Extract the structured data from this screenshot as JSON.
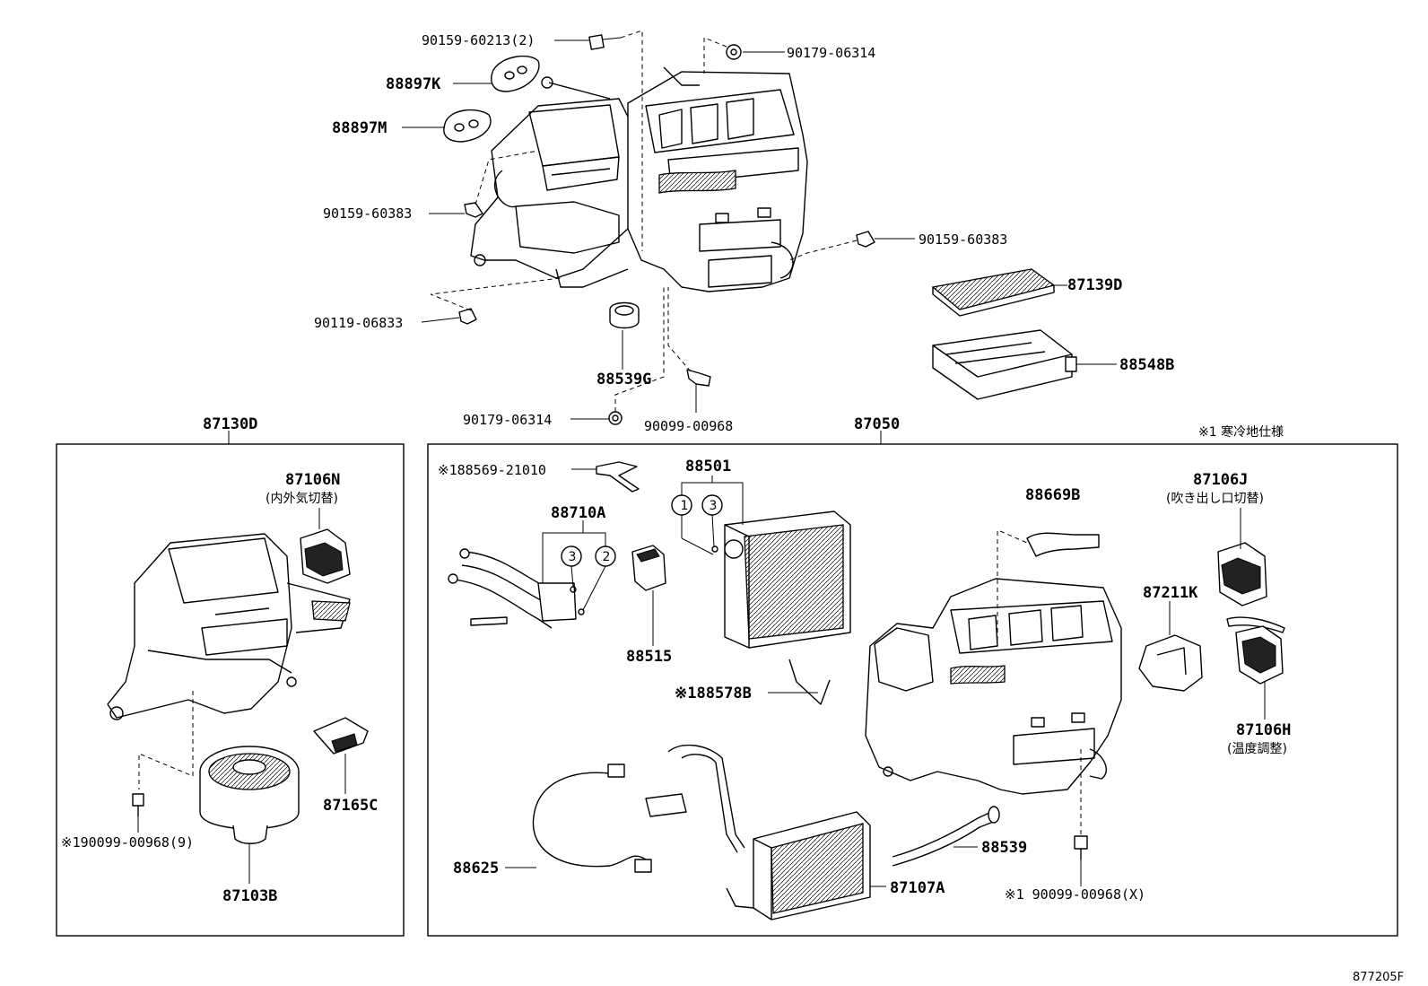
{
  "labels": {
    "p90159_60213": "90159-60213(2)",
    "p90179_06314_top": "90179-06314",
    "p88897K": "88897K",
    "p88897M": "88897M",
    "p90159_60383_left": "90159-60383",
    "p90159_60383_right": "90159-60383",
    "p87139D": "87139D",
    "p88548B": "88548B",
    "p90119_06833": "90119-06833",
    "p88539G": "88539G",
    "p90179_06314_bottom": "90179-06314",
    "p90099_00968": "90099-00968",
    "p87130D": "87130D",
    "p87050": "87050",
    "note1": "※1  寒冷地仕様",
    "p87106N": "87106N",
    "p87106N_desc": "(内外気切替)",
    "p87165C": "87165C",
    "p90099_00968_9": "※190099-00968(9)",
    "p87103B": "87103B",
    "p88569_21010": "※188569-21010",
    "p88501": "88501",
    "p88710A": "88710A",
    "p88515": "88515",
    "p88578B": "※188578B",
    "p88669B": "88669B",
    "p87106J": "87106J",
    "p87106J_desc": "(吹き出し口切替)",
    "p87211K": "87211K",
    "p87106H": "87106H",
    "p87106H_desc": "(温度調整)",
    "p88625": "88625",
    "p88539": "88539",
    "p87107A": "87107A",
    "p90099_00968_X": "※1 90099-00968(X)",
    "ref_code": "877205F",
    "circle1": "1",
    "circle3a": "3",
    "circle3b": "3",
    "circle2": "2"
  }
}
